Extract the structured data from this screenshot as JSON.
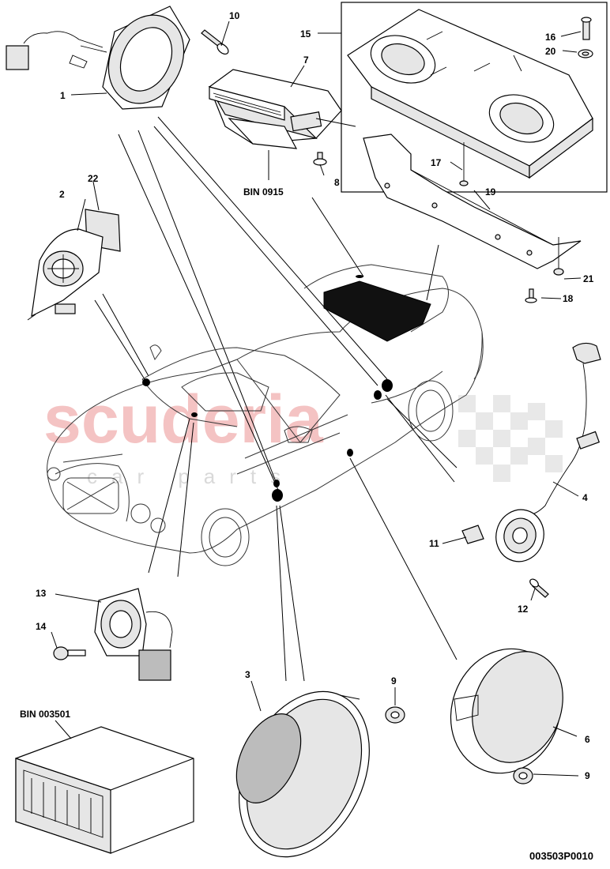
{
  "diagram": {
    "watermark": {
      "main": "scuderia",
      "sub": "car parts"
    },
    "bin_labels": {
      "amplifier_bin": "BIN 0915",
      "radio_bin": "BIN 003501"
    },
    "drawing_number": "003503P0010",
    "callouts": {
      "c1": "1",
      "c2": "2",
      "c3": "3",
      "c4": "4",
      "c6": "6",
      "c7": "7",
      "c8": "8",
      "c9a": "9",
      "c9b": "9",
      "c10": "10",
      "c11": "11",
      "c12": "12",
      "c13": "13",
      "c14": "14",
      "c15": "15",
      "c16": "16",
      "c17": "17",
      "c18": "18",
      "c19": "19",
      "c20": "20",
      "c21": "21",
      "c22": "22"
    }
  }
}
